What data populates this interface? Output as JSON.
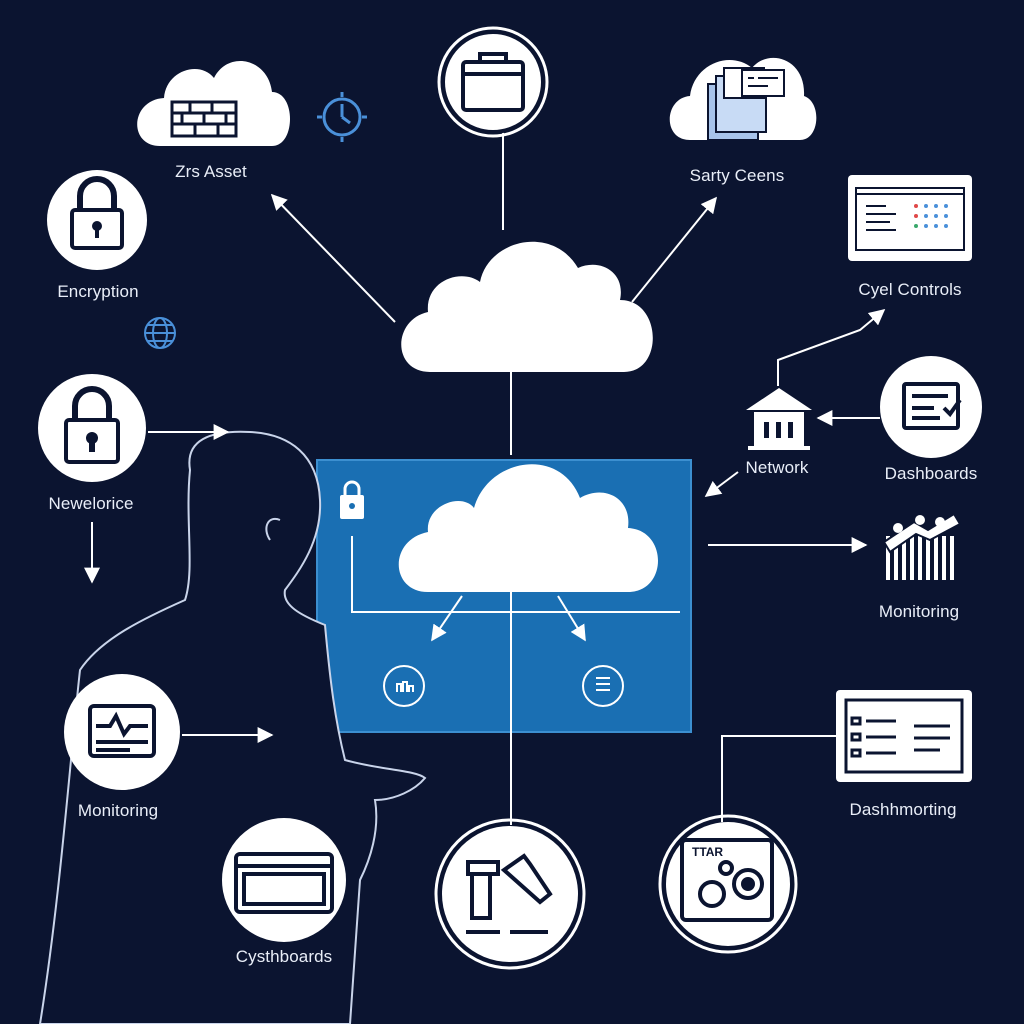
{
  "labels": {
    "zrs_asset": "Zrs Asset",
    "sarty_ceens": "Sarty Ceens",
    "encryption": "Encryption",
    "cyel_controls": "Cyel Controls",
    "network": "Network",
    "dashboards": "Dashboards",
    "newelorice": "Newelorice",
    "monitoring_right": "Monitoring",
    "monitoring_left": "Monitoring",
    "dashhmorting": "Dashhmorting",
    "cysthboards": "Cysthboards"
  },
  "panel_text": {
    "ttar": "TTAR"
  },
  "colors": {
    "background": "#0b1430",
    "panel": "#1a6fb3",
    "node_fill": "#ffffff",
    "line": "#ffffff",
    "accent_blue": "#4a90d9"
  },
  "icons": [
    "cloud-icon",
    "lock-icon",
    "clock-icon",
    "globe-icon",
    "browser-window-icon",
    "documents-icon",
    "laptop-icon",
    "bank-building-icon",
    "checklist-icon",
    "server-racks-icon",
    "monitor-icon",
    "person-silhouette-icon"
  ]
}
